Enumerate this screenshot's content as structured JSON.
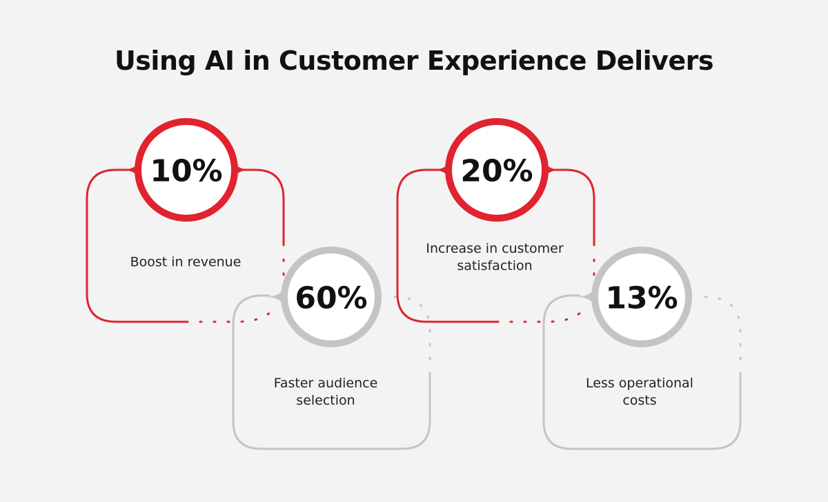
{
  "title": "Using AI in Customer Experience Delivers",
  "colors": {
    "accent": "#e0232f",
    "neutral": "#c4c4c4",
    "background": "#f3f3f3",
    "text": "#111111"
  },
  "stats": [
    {
      "value": "10%",
      "label": "Boost in revenue",
      "theme": "accent"
    },
    {
      "value": "60%",
      "label": "Faster audience selection",
      "theme": "neutral"
    },
    {
      "value": "20%",
      "label": "Increase in customer satisfaction",
      "theme": "accent"
    },
    {
      "value": "13%",
      "label": "Less operational costs",
      "theme": "neutral"
    }
  ]
}
